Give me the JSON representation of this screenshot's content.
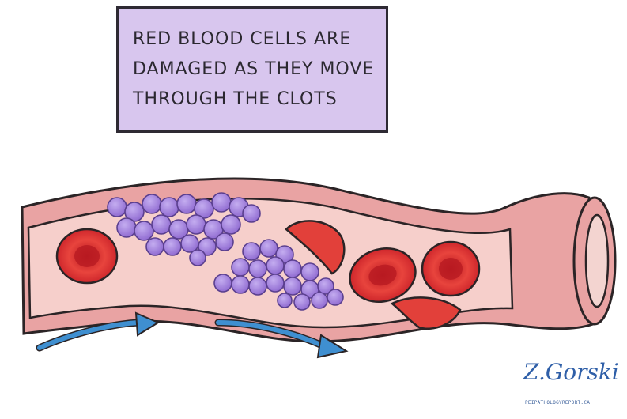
{
  "caption": {
    "lines": [
      "RED BLOOD CELLS ARE",
      "DAMAGED AS THEY MOVE",
      "THROUGH THE CLOTS"
    ],
    "background": "#d8c6ee"
  },
  "illustration": {
    "colors": {
      "vessel_wall": "#e9a3a3",
      "vessel_lumen": "#f6cfcb",
      "outline": "#2b2426",
      "red_blood_cell": "#d7262e",
      "damaged_cell": "#e2403a",
      "platelet_clot": "#9b7ad8",
      "flow_arrow": "#3f8fd0"
    },
    "icons": [
      "blood-vessel-icon",
      "red-blood-cell-icon",
      "damaged-red-blood-cell-icon",
      "platelet-clot-icon",
      "flow-arrow-icon"
    ]
  },
  "signature": {
    "name": "Z.Gorski",
    "site": "PEIPATHOLOGYREPORT.CA"
  }
}
